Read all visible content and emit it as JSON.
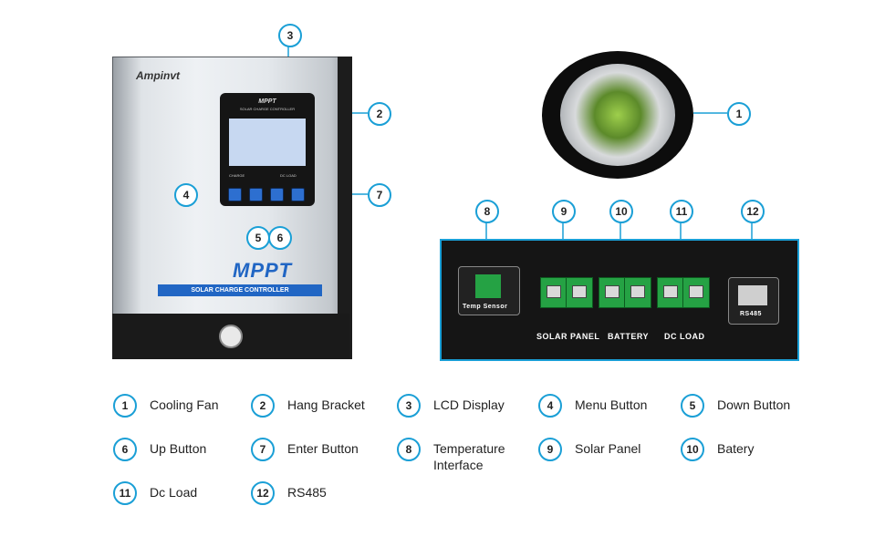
{
  "device": {
    "brand": "Ampinvt",
    "lcd_title": "MPPT",
    "lcd_subtitle": "SOLAR CHARGE CONTROLLER",
    "mppt_logo": "MPPT",
    "panel_text": "SOLAR CHARGE CONTROLLER",
    "charge_label": "CHARGE",
    "dc_load_label": "DC LOAD"
  },
  "terminal_board": {
    "temp_sensor_label": "Temp Sensor",
    "solar_panel_label": "SOLAR PANEL",
    "battery_label": "BATTERY",
    "dc_load_label": "DC LOAD",
    "rs485_label": "RS485"
  },
  "callouts": [
    "1",
    "2",
    "3",
    "4",
    "5",
    "6",
    "7",
    "8",
    "9",
    "10",
    "11",
    "12"
  ],
  "legend": [
    {
      "num": "1",
      "label": "Cooling Fan"
    },
    {
      "num": "2",
      "label": "Hang Bracket"
    },
    {
      "num": "3",
      "label": "LCD Display"
    },
    {
      "num": "4",
      "label": "Menu Button"
    },
    {
      "num": "5",
      "label": "Down Button"
    },
    {
      "num": "6",
      "label": "Up Button"
    },
    {
      "num": "7",
      "label": "Enter Button"
    },
    {
      "num": "8",
      "label": "Temperature Interface"
    },
    {
      "num": "9",
      "label": "Solar Panel"
    },
    {
      "num": "10",
      "label": "Batery"
    },
    {
      "num": "11",
      "label": "Dc Load"
    },
    {
      "num": "12",
      "label": "RS485"
    }
  ],
  "colors": {
    "accent": "#1a9fd6",
    "terminal_green": "#25a244",
    "logo_blue": "#2166c4",
    "logo_red": "#e23b2e"
  }
}
